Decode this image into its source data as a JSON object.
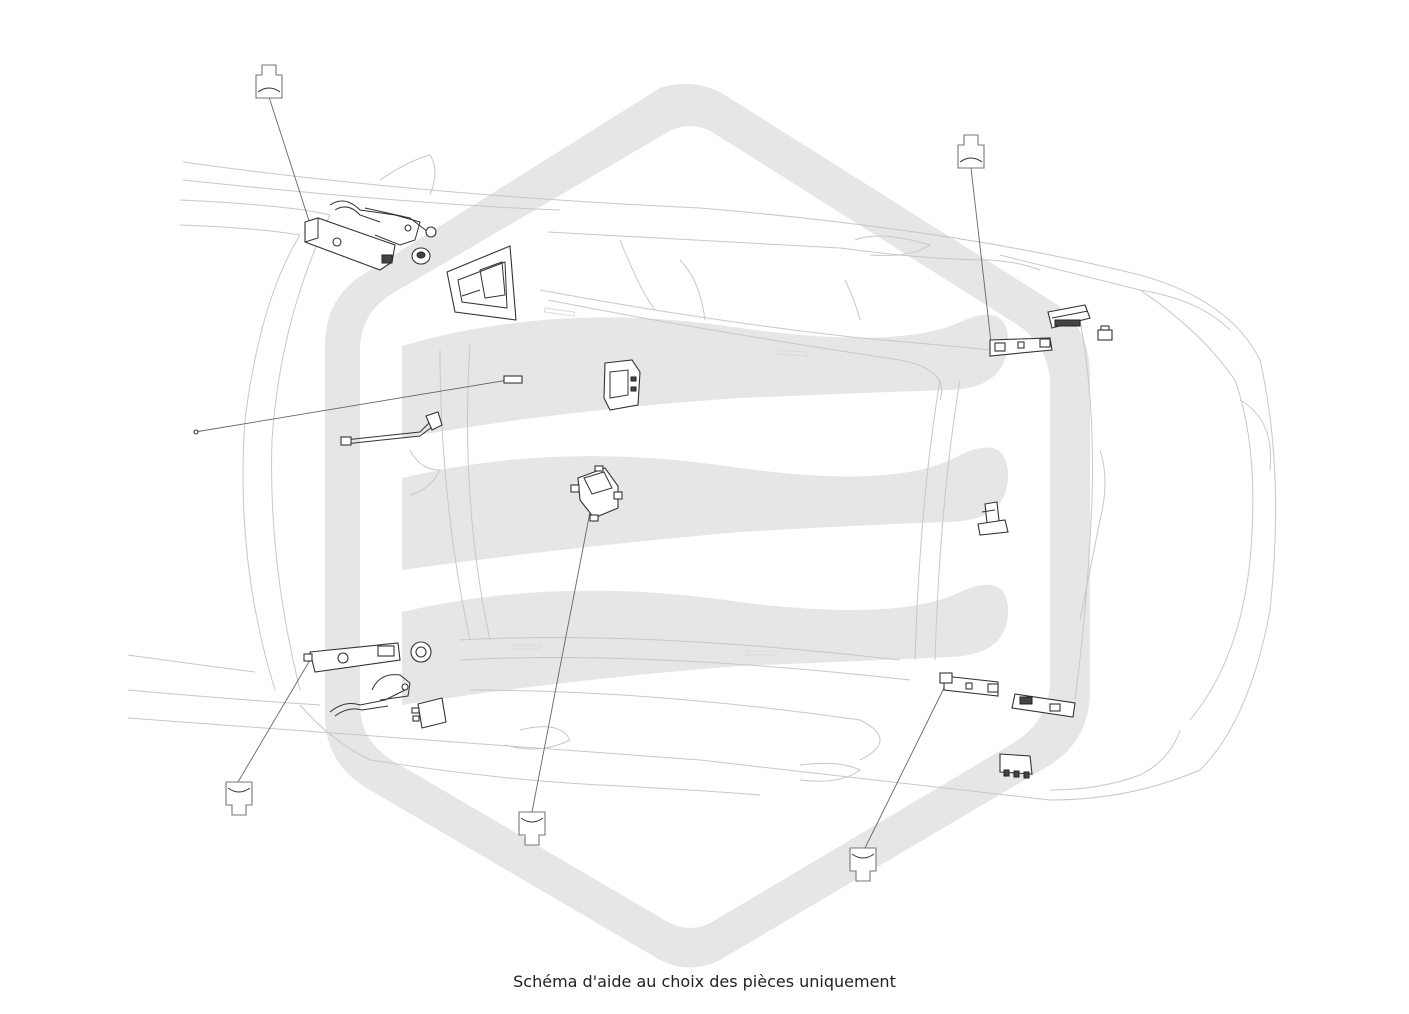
{
  "caption": "Schéma d'aide au choix des pièces uniquement",
  "watermark": {
    "color": "#e6e6e6",
    "shape": "hexagon-logo-with-waves"
  },
  "parts": [
    {
      "name": "part-front-left-module"
    },
    {
      "name": "part-front-left-bracket"
    },
    {
      "name": "part-front-left-cap"
    },
    {
      "name": "part-center-box-cover"
    },
    {
      "name": "part-center-module"
    },
    {
      "name": "part-cable-antenna"
    },
    {
      "name": "part-center-junction-box"
    },
    {
      "name": "part-rear-right-module"
    },
    {
      "name": "part-rear-right-connector"
    },
    {
      "name": "part-rear-right-clip"
    },
    {
      "name": "part-right-side-connector"
    },
    {
      "name": "part-front-right-module"
    },
    {
      "name": "part-front-right-connector"
    },
    {
      "name": "part-front-right-relay"
    },
    {
      "name": "part-front-left-lower-module"
    },
    {
      "name": "part-front-left-lower-cap"
    },
    {
      "name": "part-front-left-lower-bracket"
    },
    {
      "name": "part-front-left-sensor"
    }
  ],
  "callouts": [
    {
      "name": "callout-tag-top-left"
    },
    {
      "name": "callout-tag-top-right"
    },
    {
      "name": "callout-tag-bottom-left"
    },
    {
      "name": "callout-tag-bottom-center"
    },
    {
      "name": "callout-tag-bottom-right"
    }
  ]
}
